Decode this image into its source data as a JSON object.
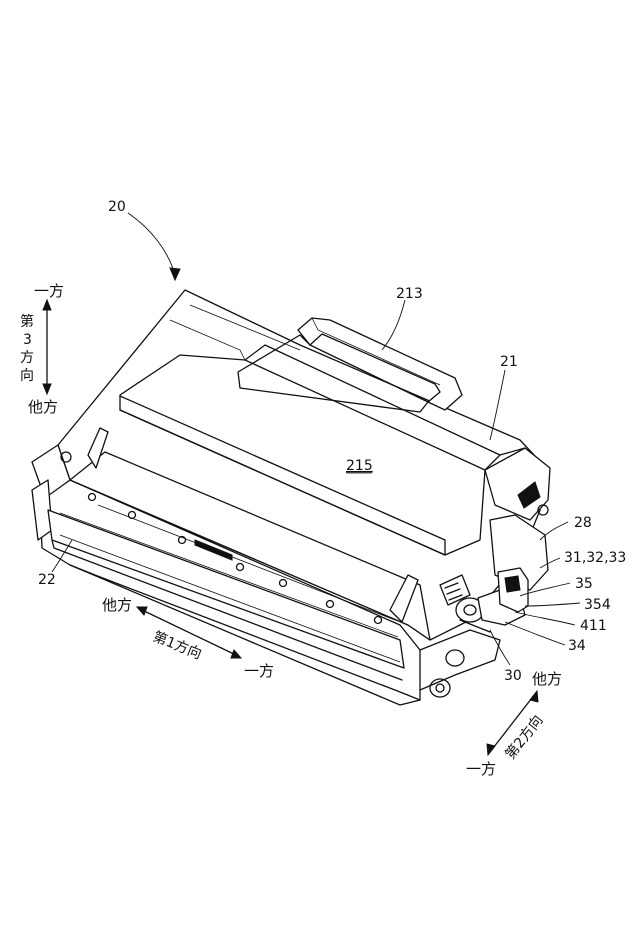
{
  "labels": {
    "ref_20": "20",
    "ref_213": "213",
    "ref_21": "21",
    "ref_215": "215",
    "ref_22": "22",
    "ref_28": "28",
    "ref_31_32_33": "31,32,33",
    "ref_35": "35",
    "ref_354": "354",
    "ref_411": "411",
    "ref_34": "34",
    "ref_30": "30"
  },
  "axes": {
    "third": {
      "one_side": "一方",
      "chars": [
        "第",
        "3",
        "方",
        "向"
      ],
      "other_side": "他方"
    },
    "first": {
      "other_side": "他方",
      "name": "第1方向",
      "one_side": "一方"
    },
    "second": {
      "other_side": "他方",
      "name": "第2方向",
      "one_side": "一方"
    }
  }
}
